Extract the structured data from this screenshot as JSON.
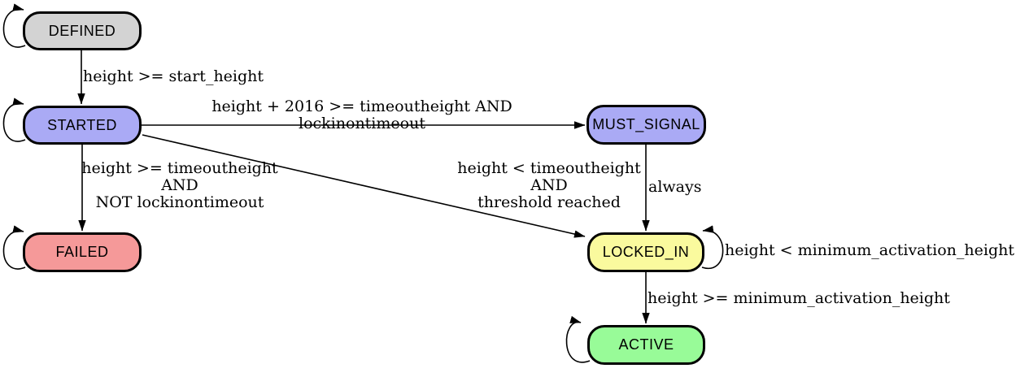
{
  "diagram": {
    "background": "#ffffff",
    "edge_color": "#000000",
    "node_border_color": "#000000"
  },
  "states": {
    "defined": {
      "label": "DEFINED",
      "fill": "#d3d3d3"
    },
    "started": {
      "label": "STARTED",
      "fill": "#aaaaf5"
    },
    "must_signal": {
      "label": "MUST_SIGNAL",
      "fill": "#aaaaf5"
    },
    "failed": {
      "label": "FAILED",
      "fill": "#f59999"
    },
    "locked_in": {
      "label": "LOCKED_IN",
      "fill": "#fafa9e"
    },
    "active": {
      "label": "ACTIVE",
      "fill": "#98fb98"
    }
  },
  "edges": {
    "defined_to_started": {
      "label": "height >= start_height"
    },
    "started_to_must_signal": {
      "label": "height + 2016 >= timeoutheight AND lockinontimeout"
    },
    "started_to_failed": {
      "lines": [
        "height >= timeoutheight",
        "AND",
        "NOT lockinontimeout"
      ]
    },
    "started_to_locked_in": {
      "lines": [
        "height < timeoutheight",
        "AND",
        "threshold reached"
      ]
    },
    "must_signal_to_locked_in": {
      "label": "always"
    },
    "locked_in_self_loop": {
      "label": "height < minimum_activation_height"
    },
    "locked_in_to_active": {
      "label": "height >= minimum_activation_height"
    }
  }
}
